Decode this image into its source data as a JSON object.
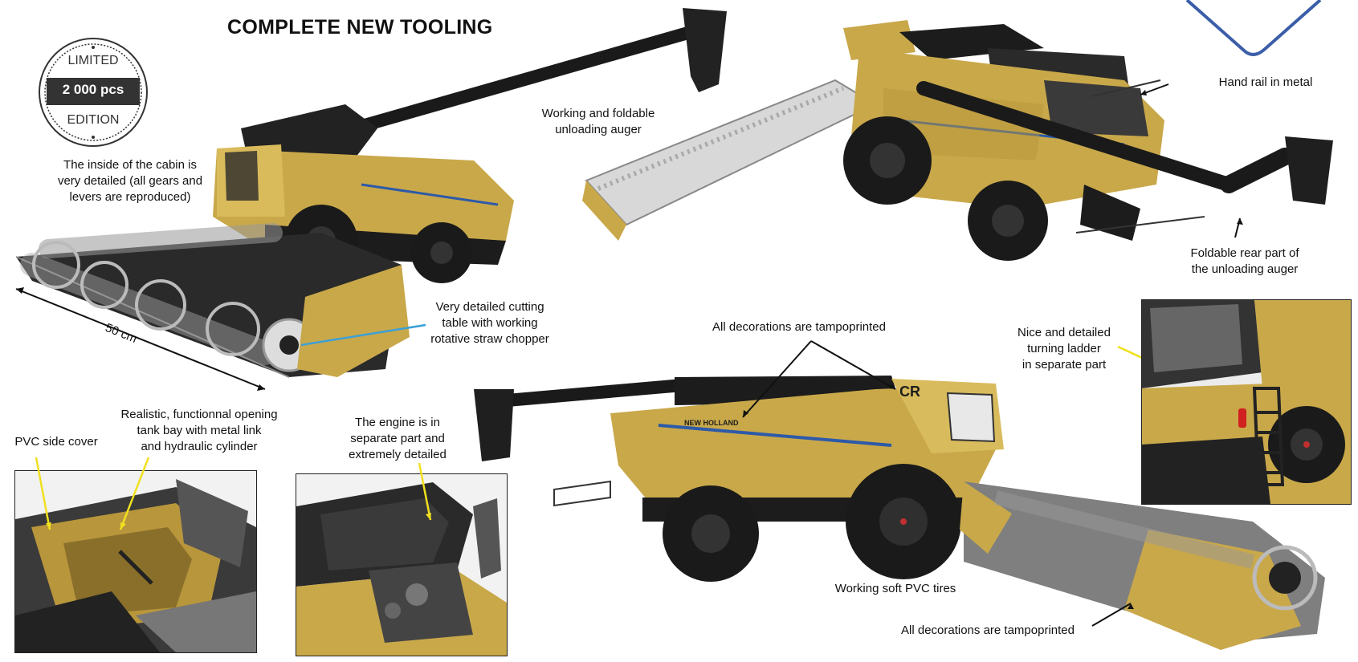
{
  "title": "COMPLETE NEW TOOLING",
  "badge": {
    "top": "LIMITED",
    "middle": "2 000 pcs",
    "bottom": "EDITION"
  },
  "dimension_label": "50 cm",
  "captions": {
    "cabin": [
      "The inside of the cabin is",
      "very detailed (all gears and",
      "levers are reproduced)"
    ],
    "auger": [
      "Working and foldable",
      "unloading auger"
    ],
    "handrail": [
      "Hand rail in metal"
    ],
    "rear_auger": [
      "Foldable rear part of",
      "the unloading auger"
    ],
    "cutting_table": [
      "Very detailed cutting",
      "table with working",
      "rotative  straw chopper"
    ],
    "decorations_top": [
      "All decorations are tampoprinted"
    ],
    "ladder": [
      "Nice and detailed",
      "turning ladder",
      "in separate part"
    ],
    "pvc_cover": [
      "PVC side cover"
    ],
    "tank_bay": [
      "Realistic, functionnal opening",
      "tank bay with metal link",
      "and hydraulic cylinder"
    ],
    "engine": [
      "The engine is in",
      "separate part and",
      "extremely detailed"
    ],
    "tires": [
      "Working soft PVC tires"
    ],
    "decorations_bottom": [
      "All decorations are tampoprinted"
    ]
  },
  "brand_marks": {
    "logo": "CR",
    "maker": "NEW HOLLAND"
  },
  "colors": {
    "body_gold": "#c9a84a",
    "body_dark": "#1c1c1c",
    "stripe_blue": "#2d5aa8",
    "callout_yellow": "#f0e020",
    "callout_blue": "#3aa0d8",
    "frame_blue": "#3b5ea8"
  }
}
